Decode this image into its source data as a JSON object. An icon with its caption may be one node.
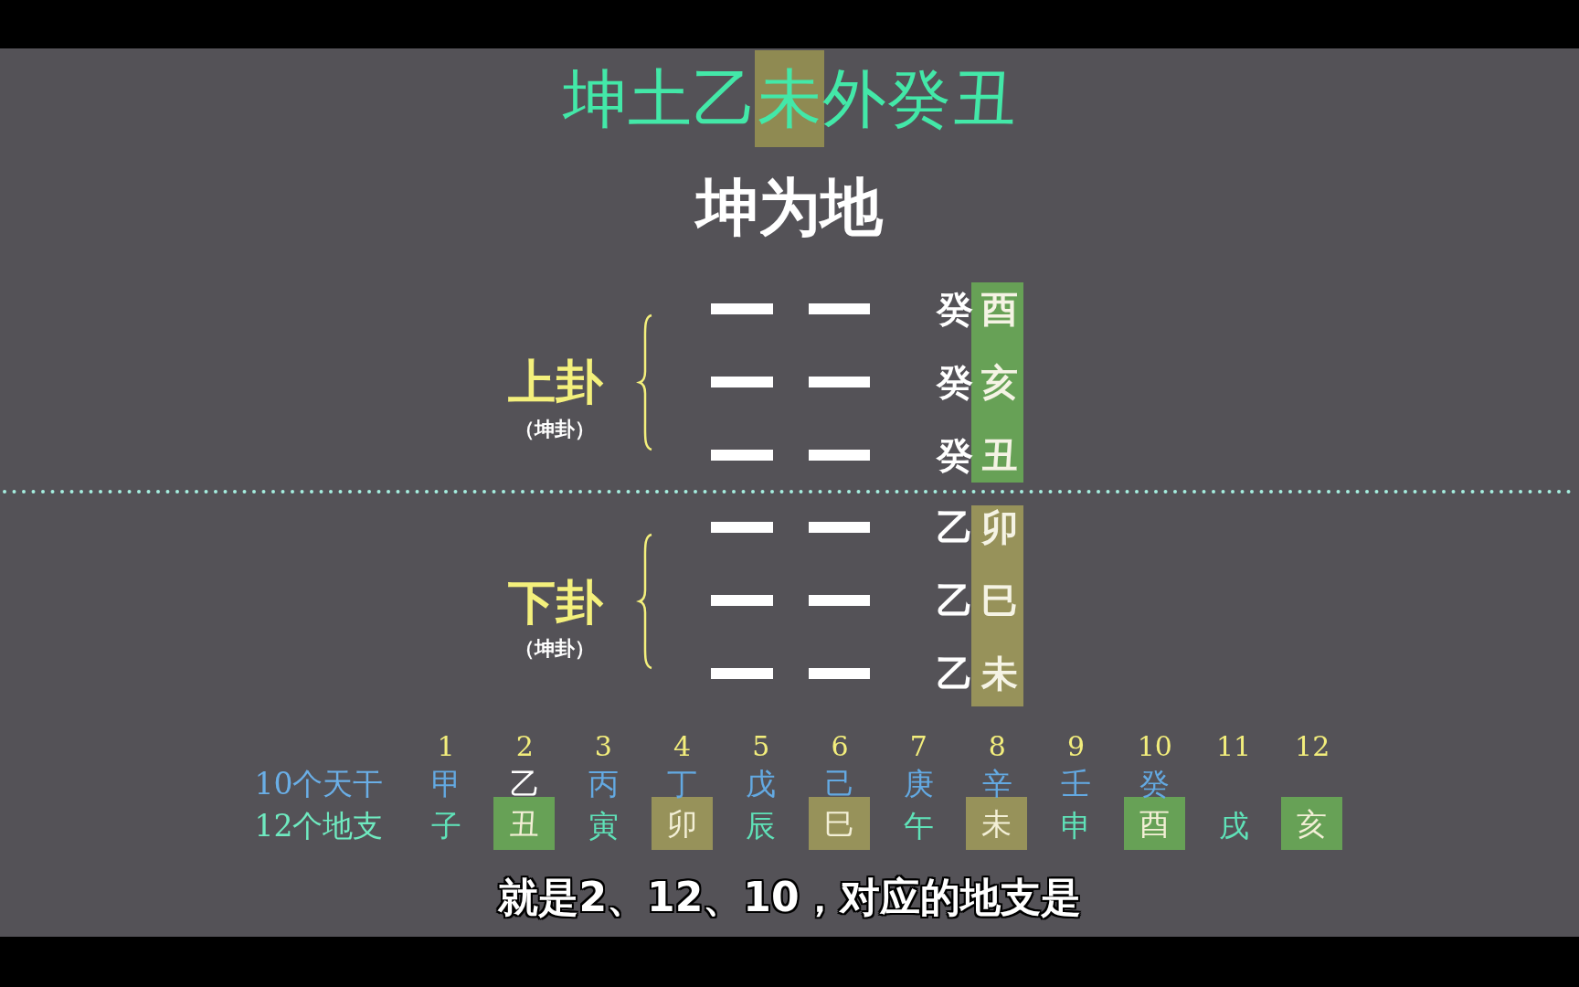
{
  "diagram": {
    "title": "坤土乙未外癸丑",
    "nodes": [
      {
        "text": [
          "酉",
          "亥",
          "丑"
        ],
        "beside": [
          "癸",
          "癸",
          "癸"
        ]
      },
      {
        "text": [
          "卯",
          "巳",
          "未"
        ],
        "beside": [
          "乙",
          "乙",
          "乙"
        ]
      },
      {
        "text": [
          "丑"
        ]
      },
      {
        "text": [
          "卯"
        ]
      },
      {
        "text": [
          "巳"
        ]
      },
      {
        "text": [
          "未"
        ]
      },
      {
        "text": [
          "酉"
        ]
      },
      {
        "text": [
          "亥"
        ]
      }
    ],
    "labels": [
      "坤为地",
      "上卦",
      "（坤卦）",
      "下卦",
      "（坤卦）",
      "1",
      "2",
      "3",
      "4",
      "5",
      "6",
      "7",
      "8",
      "9",
      "10",
      "11",
      "12",
      "10个天干",
      "甲",
      "乙",
      "丙",
      "丁",
      "戊",
      "己",
      "庚",
      "辛",
      "壬",
      "癸",
      "12个地支",
      "子",
      "寅",
      "辰",
      "午",
      "申",
      "戌",
      "就是2、12、10，对应的地支是"
    ]
  }
}
